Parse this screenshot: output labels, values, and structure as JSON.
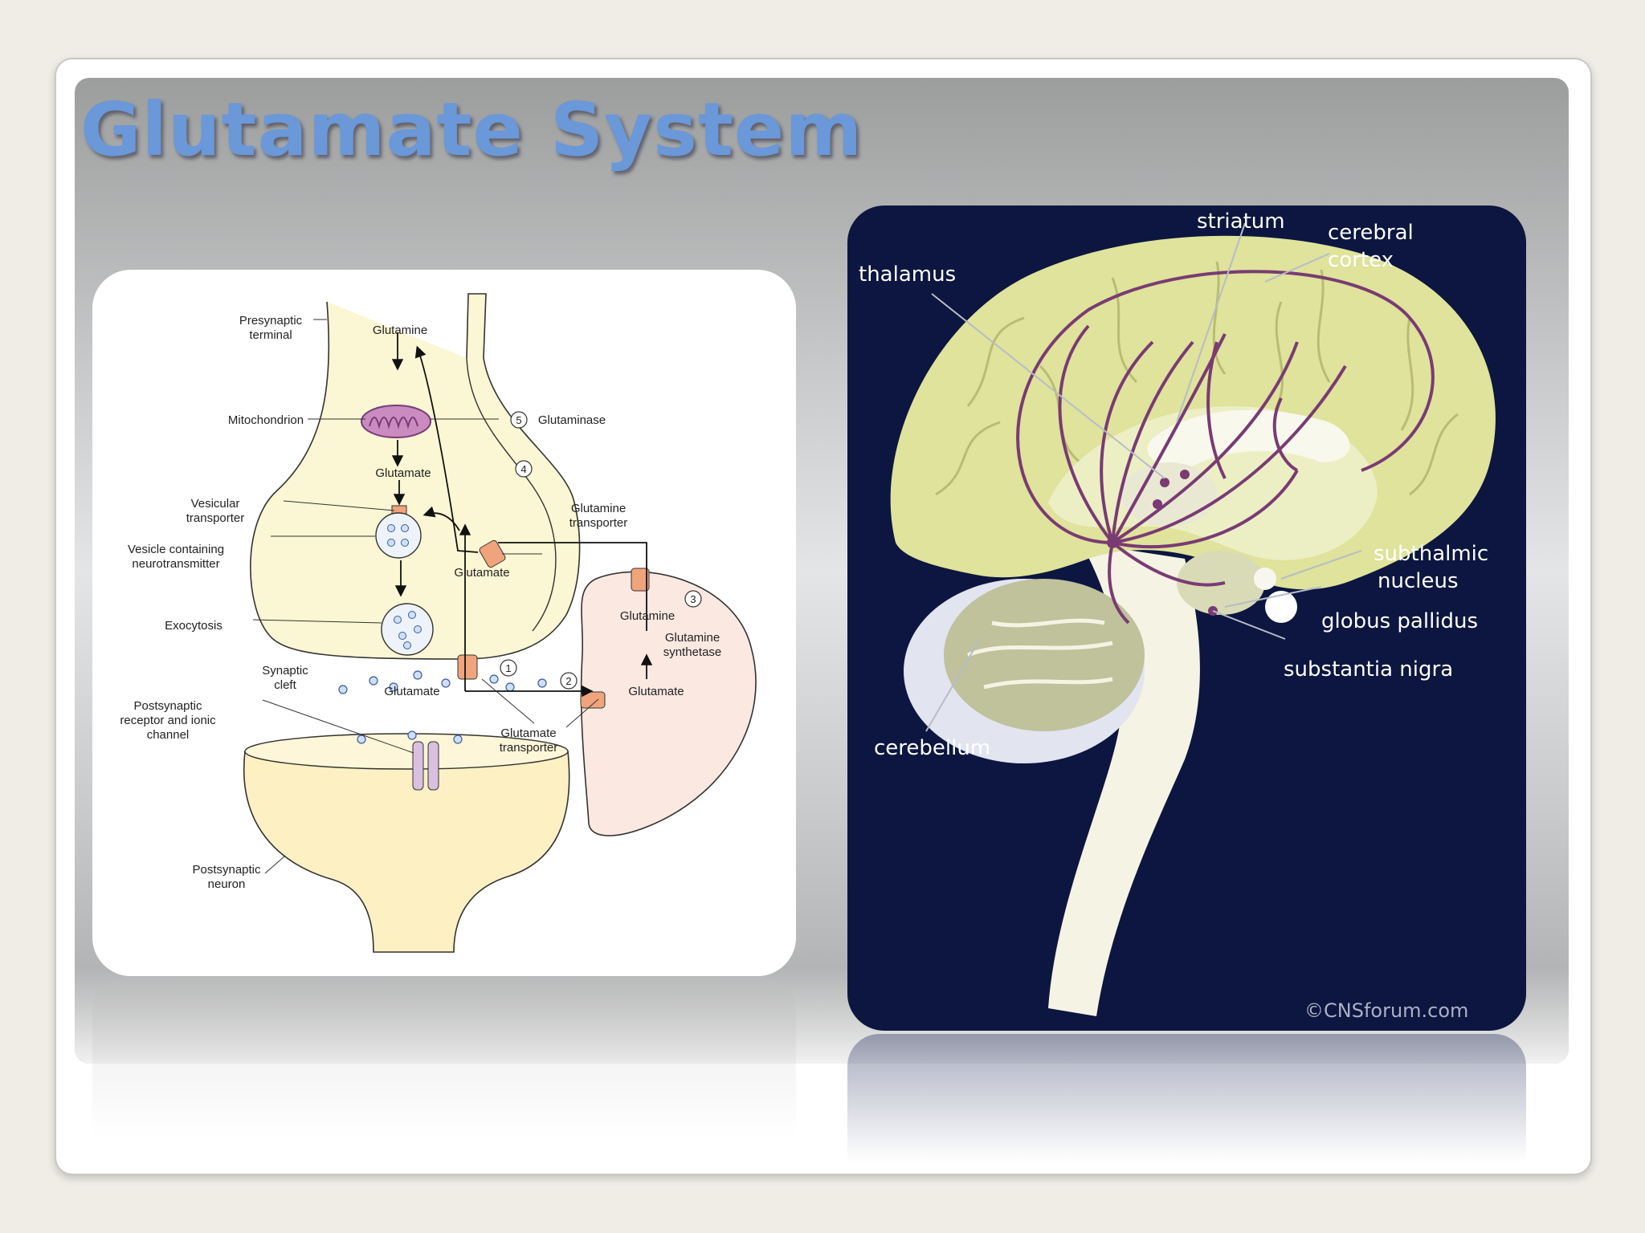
{
  "slide": {
    "title": "Glutamate System"
  },
  "synapse_diagram": {
    "labels": {
      "presynaptic_terminal_1": "Presynaptic",
      "presynaptic_terminal_2": "terminal",
      "glutamine_top": "Glutamine",
      "mitochondrion": "Mitochondrion",
      "step5": "5",
      "glutaminase": "Glutaminase",
      "glutamate_mid": "Glutamate",
      "step4": "4",
      "vesicular_transporter_1": "Vesicular",
      "vesicular_transporter_2": "transporter",
      "glutamine_transporter_1": "Glutamine",
      "glutamine_transporter_2": "transporter",
      "vesicle_1": "Vesicle containing",
      "vesicle_2": "neurotransmitter",
      "glutamate_reuptake": "Glutamate",
      "glutamine_glia": "Glutamine",
      "step3": "3",
      "exocytosis": "Exocytosis",
      "glutamine_synthetase_1": "Glutamine",
      "glutamine_synthetase_2": "synthetase",
      "step1": "1",
      "step2": "2",
      "synaptic_cleft_1": "Synaptic",
      "synaptic_cleft_2": "cleft",
      "glutamate_cleft": "Glutamate",
      "glutamate_glia": "Glutamate",
      "postsynaptic_receptor_1": "Postsynaptic",
      "postsynaptic_receptor_2": "receptor and ionic",
      "postsynaptic_receptor_3": "channel",
      "glutamate_transporter_1": "Glutamate",
      "glutamate_transporter_2": "transporter",
      "postsynaptic_neuron_1": "Postsynaptic",
      "postsynaptic_neuron_2": "neuron"
    }
  },
  "brain_diagram": {
    "labels": {
      "striatum": "striatum",
      "cerebral_cortex_1": "cerebral",
      "cerebral_cortex_2": "cortex",
      "thalamus": "thalamus",
      "subthalmic_nucleus_1": "subthalmic",
      "subthalmic_nucleus_2": "nucleus",
      "globus_pallidus": "globus pallidus",
      "substantia_nigra": "substantia nigra",
      "cerebellum": "cerebellum",
      "credit": "©CNSforum.com"
    }
  },
  "colors": {
    "title": "#6a98d8",
    "presynaptic_fill": "#fbf6d3",
    "glia_fill": "#fbe8e1",
    "pathway": "#7a3b74",
    "brain_background": "#0c1640",
    "cortex_fill": "#dfe39b"
  }
}
